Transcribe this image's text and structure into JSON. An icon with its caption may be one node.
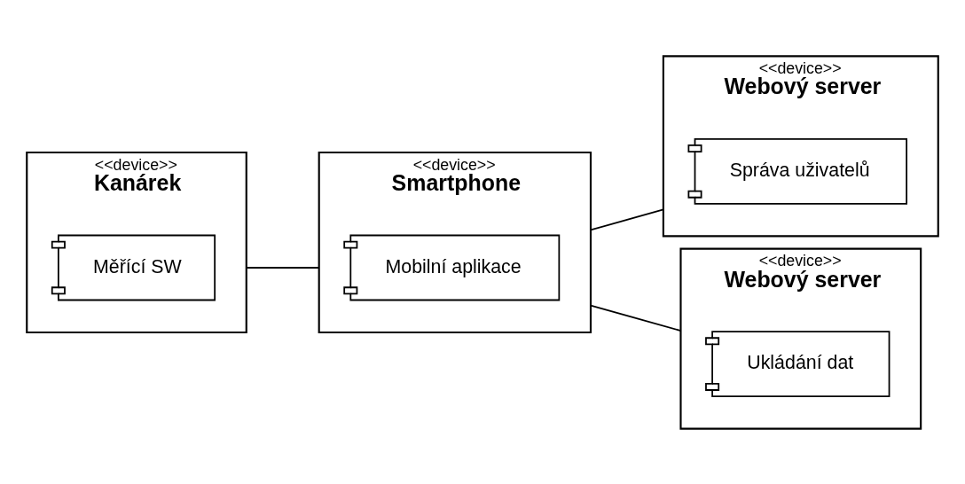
{
  "diagram": {
    "nodes": [
      {
        "text": [
          "<<device>>",
          "Kanárek"
        ]
      },
      {
        "text": [
          "Měřící SW"
        ],
        "in": 0
      },
      {
        "text": [
          "<<device>>",
          "Smartphone"
        ]
      },
      {
        "text": [
          "Mobilní aplikace"
        ],
        "in": 2
      },
      {
        "text": [
          "<<device>>",
          "Webový server"
        ]
      },
      {
        "text": [
          "Správa uživatelů"
        ],
        "in": 4
      },
      {
        "text": [
          "<<device>>",
          "Webový server"
        ]
      },
      {
        "text": [
          "Ukládání dat"
        ],
        "in": 6
      }
    ],
    "edges": [
      {
        "from": 0,
        "to": 2,
        "arrow": "none"
      },
      {
        "from": 2,
        "to": 4,
        "arrow": "none"
      },
      {
        "from": 2,
        "to": 6,
        "arrow": "none"
      }
    ]
  }
}
